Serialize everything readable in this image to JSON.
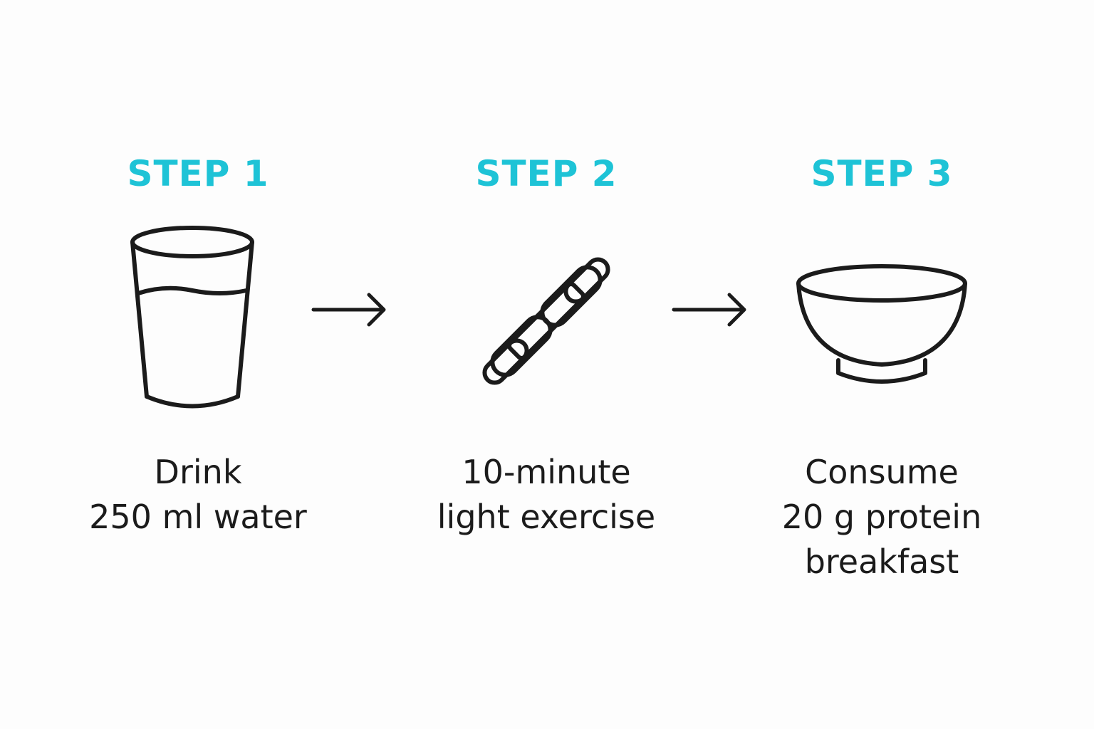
{
  "colors": {
    "accent": "#1ec3d6",
    "ink": "#1b1b1b"
  },
  "steps": [
    {
      "title": "STEP 1",
      "icon": "water-glass-icon",
      "lines": [
        "Drink",
        "250 ml water"
      ]
    },
    {
      "title": "STEP 2",
      "icon": "dumbbell-icon",
      "lines": [
        "10-minute",
        "light exercise"
      ]
    },
    {
      "title": "STEP 3",
      "icon": "bowl-icon",
      "lines": [
        "Consume",
        "20 g protein",
        "breakfast"
      ]
    }
  ],
  "connectors": [
    "arrow-right-icon",
    "arrow-right-icon"
  ]
}
